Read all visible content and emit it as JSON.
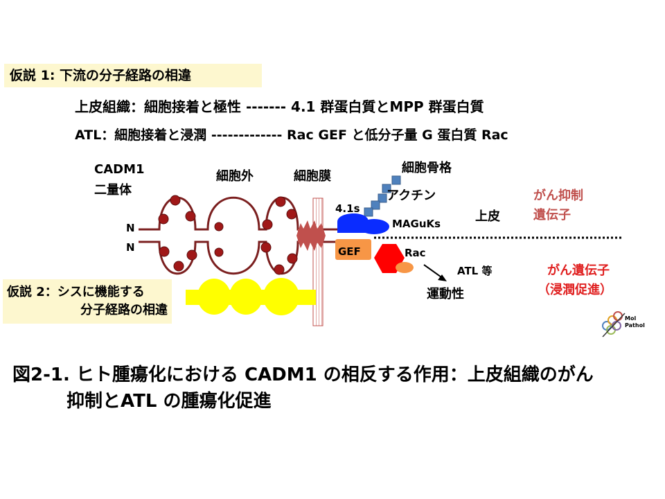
{
  "hypothesis1": "仮説 1: 下流の分子経路の相違",
  "line_epithelial": "上皮組織：細胞接着と極性 -------  4.1 群蛋白質とMPP 群蛋白質",
  "line_atl": "ATL：細胞接着と浸潤 -------------  Rac GEF と低分子量 G 蛋白質 Rac",
  "cadm1_line1": "CADM1",
  "cadm1_line2": "二量体",
  "extracellular": "細胞外",
  "membrane": "細胞膜",
  "cytoskeleton": "細胞骨格",
  "actin": "アクチン",
  "protein_41s": "4.1s",
  "maguks": "MAGuKs",
  "epithelium": "上皮",
  "n1": "N",
  "n2": "N",
  "gef": "GEF",
  "rac": "Rac",
  "atl_motility_1": "ATL 等",
  "atl_motility_2": "運動性",
  "tumor_suppressor_1": "がん抑制",
  "tumor_suppressor_2": "遺伝子",
  "oncogene_1": "がん遺伝子",
  "oncogene_2": "（浸潤促進）",
  "hypothesis2_line1": "仮説 2：シスに機能する",
  "hypothesis2_line2": "分子経路の相違",
  "logo_line1": "Mol",
  "logo_line2": "Pathol",
  "caption_line1": "図2-1. ヒト腫瘍化における CADM1 の相反する作用：上皮組織のがん",
  "caption_line2": "抑制とATL の腫瘍化促進",
  "colors": {
    "hypothesis_bg": "#fdf7cf",
    "cadm1_line": "#7b1f1f",
    "dot": "#a01818",
    "yellow_molecule": "#ffff00",
    "blue_41": "#0a2cff",
    "actin_blue": "#4f81bd",
    "gef_orange": "#f79646",
    "rac_red": "#ff0000",
    "oncogene_red": "#e02020",
    "suppressor_brown": "#c0504d"
  }
}
